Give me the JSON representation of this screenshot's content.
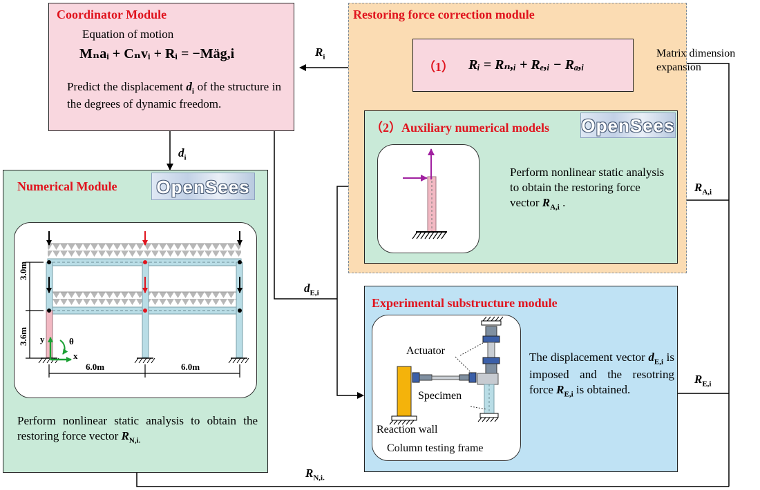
{
  "coordinator": {
    "title": "Coordinator Module",
    "subtitle": "Equation of motion",
    "equation": "Mₙaᵢ + Cₙvᵢ + Rᵢ = −Mäg,i",
    "description_1": "Predict the displacement",
    "description_var": "d",
    "description_var_sub": "i",
    "description_2": "of the structure in the degrees of dynamic freedom."
  },
  "restoring": {
    "title": "Restoring force correction module",
    "step1_label": "（1）",
    "step1_equation": "Rᵢ = Rₙ,ᵢ + Rₑ,ᵢ − Rₐ,ᵢ",
    "step2_label": "（2）Auxiliary numerical models",
    "step2_text": "Perform nonlinear static analysis to obtain the restoring force vector",
    "step2_var": "R",
    "step2_var_sub": "A,i",
    "logo": "OpenSees"
  },
  "numerical": {
    "title": "Numerical Module",
    "logo": "OpenSees",
    "text": "Perform nonlinear static analysis to obtain the restoring force vector",
    "text_var": "R",
    "text_var_sub": "N,i.",
    "dim_30": "3.0m",
    "dim_36": "3.6m",
    "dim_60a": "6.0m",
    "dim_60b": "6.0m",
    "axis_y": "y",
    "axis_x": "x",
    "axis_theta": "θ"
  },
  "experimental": {
    "title": "Experimental substructure module",
    "text_1": "The displacement vector",
    "text_var1": "d",
    "text_var1_sub": "E,i",
    "text_2": "is imposed and the resotring force",
    "text_var2": "R",
    "text_var2_sub": "E,i",
    "text_3": "is obtained.",
    "actuator": "Actuator",
    "specimen": "Specimen",
    "reaction_wall": "Reaction wall",
    "column_frame": "Column testing frame"
  },
  "arrows": {
    "ri": "R",
    "ri_sub": "i",
    "di": "d",
    "di_sub": "i",
    "dei": "d",
    "dei_sub": "E,i",
    "rai": "R",
    "rai_sub": "A,i",
    "rei": "R",
    "rei_sub": "E,i",
    "rni": "R",
    "rni_sub": "N,i.",
    "matrix_expansion": "Matrix dimension expansion"
  },
  "colors": {
    "pink": "#f9d7df",
    "peach": "#fbdcb3",
    "green": "#c9ead8",
    "blue": "#bfe2f4",
    "red_title": "#e0141e",
    "magenta_arrow": "#a020a0"
  }
}
